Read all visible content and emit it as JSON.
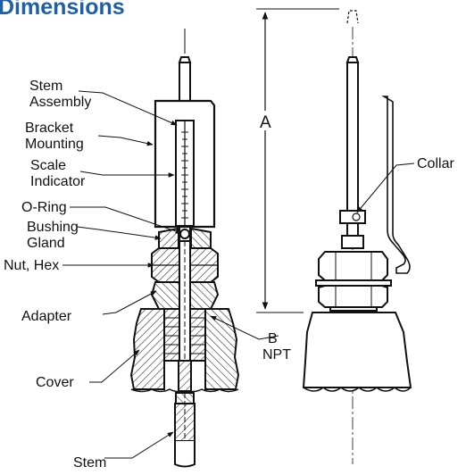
{
  "title": "Dimensions",
  "labels": {
    "stem_assembly_1": "Stem",
    "stem_assembly_2": "Assembly",
    "bracket_1": "Bracket",
    "bracket_2": "Mounting",
    "scale_1": "Scale",
    "scale_2": "Indicator",
    "oring": "O-Ring",
    "bushing_1": "Bushing",
    "bushing_2": "Gland",
    "nut": "Nut, Hex",
    "adapter": "Adapter",
    "cover": "Cover",
    "stem": "Stem",
    "collar": "Collar",
    "dim_a": "A",
    "b_1": "B",
    "b_2": "NPT"
  },
  "colors": {
    "title": "#1f5ea8",
    "line": "#111111",
    "hatch": "#333333",
    "fill": "#ffffff"
  }
}
